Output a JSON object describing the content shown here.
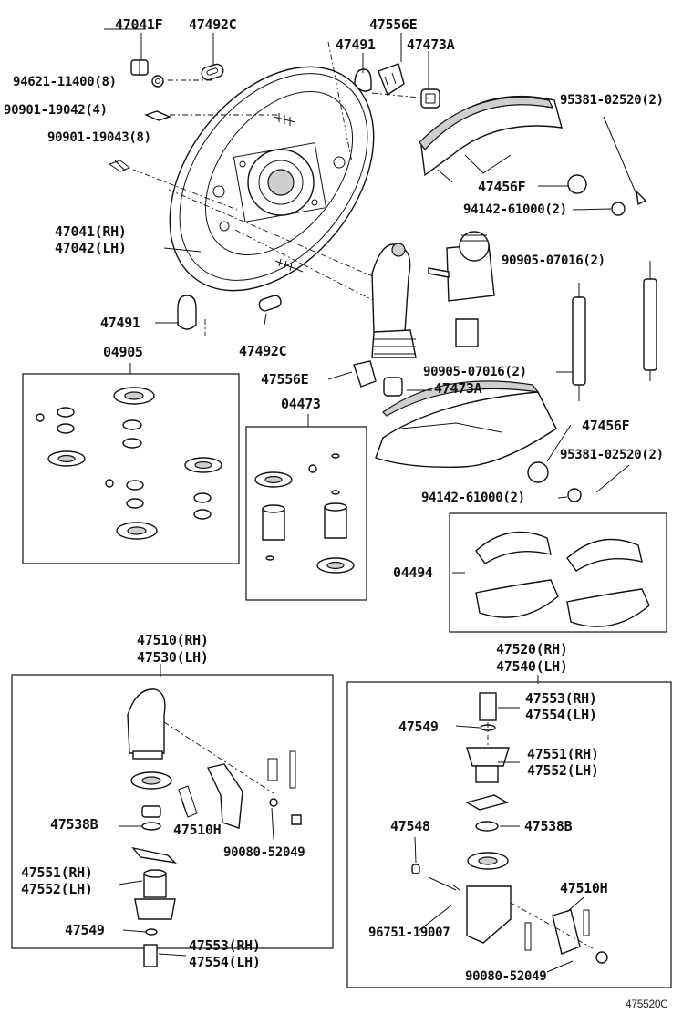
{
  "labels": {
    "p47041F": "47041F",
    "p47492C_top": "47492C",
    "p47556E_top": "47556E",
    "p47491_top": "47491",
    "p47473A_top": "47473A",
    "p94621": "94621-11400(8)",
    "p90901_19042": "90901-19042(4)",
    "p90901_19043": "90901-19043(8)",
    "p95381_top": "95381-02520(2)",
    "p47456F_top": "47456F",
    "p94142_top": "94142-61000(2)",
    "p47041RH": "47041(RH)",
    "p47042LH": "47042(LH)",
    "p90905_top": "90905-07016(2)",
    "p47491_mid": "47491",
    "p04905": "04905",
    "p47492C_mid": "47492C",
    "p47556E_mid": "47556E",
    "p04473": "04473",
    "p90905_mid": "90905-07016(2)",
    "p47473A_mid": "47473A",
    "p47456F_mid": "47456F",
    "p95381_mid": "95381-02520(2)",
    "p94142_mid": "94142-61000(2)",
    "p04494": "04494",
    "p47510RH": "47510(RH)",
    "p47530LH": "47530(LH)",
    "p47520RH": "47520(RH)",
    "p47540LH": "47540(LH)",
    "p47538B_left": "47538B",
    "p47510H_left": "47510H",
    "p90080_left": "90080-52049",
    "p47551RH_left": "47551(RH)",
    "p47552LH_left": "47552(LH)",
    "p47549_left": "47549",
    "p47553RH_left": "47553(RH)",
    "p47554LH_left": "47554(LH)",
    "p47553RH_right": "47553(RH)",
    "p47554LH_right": "47554(LH)",
    "p47549_right": "47549",
    "p47551RH_right": "47551(RH)",
    "p47552LH_right": "47552(LH)",
    "p47548": "47548",
    "p47538B_right": "47538B",
    "p47510H_right": "47510H",
    "p96751": "96751-19007",
    "p90080_right": "90080-52049",
    "figure_code": "475520C"
  }
}
